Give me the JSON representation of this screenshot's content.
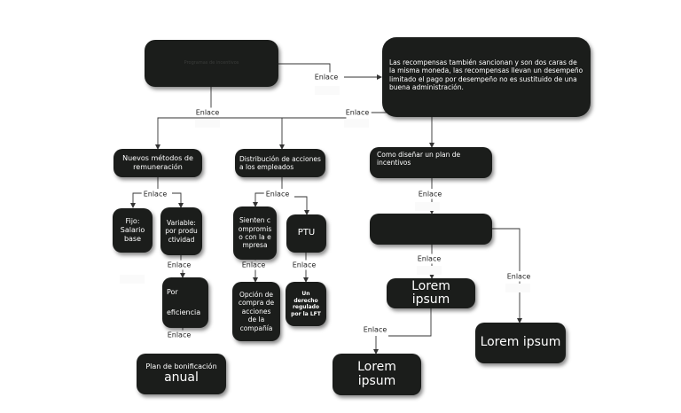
{
  "link_label": "Enlace",
  "nodes": {
    "programas": "Programas de incentivos",
    "recompensas": "Las recompensas también sancionan y son dos caras de la misma moneda, las recompensas llevan un desempeño limitado el pago por desempeño no es sustituido de una buena administración.",
    "nuevos_metodos": "Nuevos métodos de remuneración",
    "distribucion": "Distribución de acciones a los empleados",
    "como_disenar": "Como diseñar un plan de incentivos",
    "fijo": "Fijo: Salario base",
    "variable": "Variable: por productividad",
    "sienten": "Sienten compromiso con la empresa",
    "ptu": "PTU",
    "por_eficiencia_1": "Por",
    "por_eficiencia_2": "eficiencia",
    "opcion": "Opción de compra de acciones de la compañía",
    "derecho": "Un derecho regulado por la LFT",
    "plan_bonif_1": "Plan de bonificación",
    "plan_bonif_2": "anual",
    "empty_box": "",
    "lorem_1": "Lorem ipsum",
    "lorem_2": "Lorem ipsum",
    "lorem_3": "Lorem ipsum"
  },
  "colors": {
    "node_fill": "#1b1d1b",
    "node_text": "#ffffff",
    "line": "#333333",
    "background": "#ffffff"
  }
}
